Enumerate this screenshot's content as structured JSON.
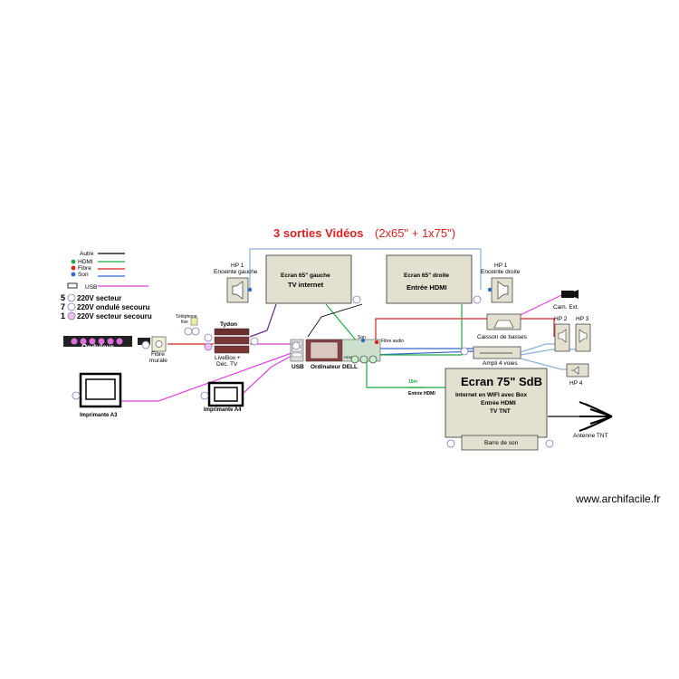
{
  "title": "3 sorties Vidéos",
  "title_detail": "(2x65\" + 1x75\")",
  "colors": {
    "autre": "#000000",
    "hdmi": "#22aa44",
    "fibre": "#dd2222",
    "son": "#3366cc",
    "usb": "#dd44dd",
    "screen_fill": "#e3e0cf",
    "outline": "#8ab2d6"
  },
  "legend": {
    "autre": "Autre",
    "hdmi": "HDMI",
    "fibre": "Fibre",
    "son": "Son",
    "usb": "USB",
    "socket_1": {
      "count": "5",
      "label": "220V secteur"
    },
    "socket_2": {
      "count": "7",
      "label": "220V ondulé secouru"
    },
    "socket_3": {
      "count": "1",
      "label": "220V secteur secouru"
    }
  },
  "devices": {
    "onduleur": "Onduleur",
    "fibre_murale_1": "Fibre",
    "fibre_murale_2": "murale",
    "telephone_1": "Téléphone",
    "telephone_2": "fixe",
    "tydon": "Tydon",
    "livebox_1": "LiveBox +",
    "livebox_2": "Déc. TV",
    "usb": "USB",
    "ordinateur": "Ordinateur DELL",
    "son": "Son",
    "fibre_audio": "Fibre audio",
    "hdmi_small": "HDMI",
    "imprimante_a3": "Imprimante A3",
    "imprimante_a4": "Imprimante A4",
    "hp1_left_1": "HP 1",
    "hp1_left_2": "Enceinte gauche",
    "hp1_right_1": "HP 1",
    "hp1_right_2": "Enceinte droite",
    "screen_left_1": "Ecran 65\" gauche",
    "screen_left_2": "TV internet",
    "screen_right_1": "Ecran 65\" droite",
    "screen_right_2": "Entrée HDMI",
    "cam_ext": "Cam. Ext.",
    "caisson": "Caisson de basses",
    "hp2": "HP 2",
    "hp3": "HP 3",
    "hp4": "HP 4",
    "ampli": "Ampli 4 voies",
    "hdmi_15m": "15m",
    "entree_hdmi": "Entrée HDMI",
    "screen75_1": "Ecran 75\" SdB",
    "screen75_2": "Internet en WIFI avec Box",
    "screen75_3": "Entrée HDMI",
    "screen75_4": "TV TNT",
    "barre_son": "Barre de son",
    "antenne_tnt": "Antenne TNT"
  },
  "watermark": "www.archifacile.fr"
}
